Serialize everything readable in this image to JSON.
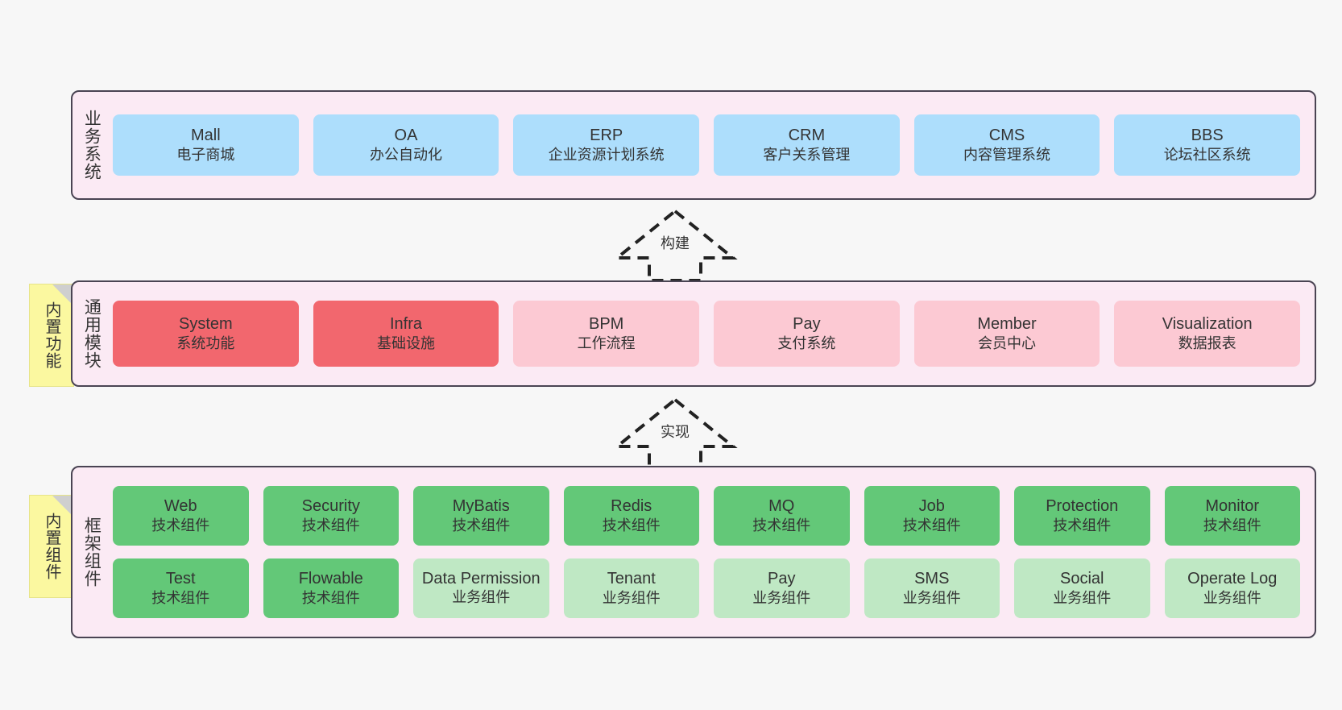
{
  "layers": [
    {
      "id": "business",
      "title": "业务系统",
      "rows": [
        {
          "style": "c-blue",
          "cards": [
            {
              "en": "Mall",
              "cn": "电子商城"
            },
            {
              "en": "OA",
              "cn": "办公自动化"
            },
            {
              "en": "ERP",
              "cn": "企业资源计划系统"
            },
            {
              "en": "CRM",
              "cn": "客户关系管理"
            },
            {
              "en": "CMS",
              "cn": "内容管理系统"
            },
            {
              "en": "BBS",
              "cn": "论坛社区系统"
            }
          ]
        }
      ]
    },
    {
      "id": "common",
      "title": "通用模块",
      "sticky": "内置功能",
      "rows": [
        {
          "cards": [
            {
              "en": "System",
              "cn": "系统功能",
              "style": "c-red"
            },
            {
              "en": "Infra",
              "cn": "基础设施",
              "style": "c-red"
            },
            {
              "en": "BPM",
              "cn": "工作流程",
              "style": "c-pink"
            },
            {
              "en": "Pay",
              "cn": "支付系统",
              "style": "c-pink"
            },
            {
              "en": "Member",
              "cn": "会员中心",
              "style": "c-pink"
            },
            {
              "en": "Visualization",
              "cn": "数据报表",
              "style": "c-pink"
            }
          ]
        }
      ]
    },
    {
      "id": "framework",
      "title": "框架组件",
      "sticky": "内置组件",
      "rows": [
        {
          "cards": [
            {
              "en": "Web",
              "cn": "技术组件",
              "style": "c-green"
            },
            {
              "en": "Security",
              "cn": "技术组件",
              "style": "c-green"
            },
            {
              "en": "MyBatis",
              "cn": "技术组件",
              "style": "c-green"
            },
            {
              "en": "Redis",
              "cn": "技术组件",
              "style": "c-green"
            },
            {
              "en": "MQ",
              "cn": "技术组件",
              "style": "c-green"
            },
            {
              "en": "Job",
              "cn": "技术组件",
              "style": "c-green"
            },
            {
              "en": "Protection",
              "cn": "技术组件",
              "style": "c-green"
            },
            {
              "en": "Monitor",
              "cn": "技术组件",
              "style": "c-green"
            }
          ]
        },
        {
          "cards": [
            {
              "en": "Test",
              "cn": "技术组件",
              "style": "c-green"
            },
            {
              "en": "Flowable",
              "cn": "技术组件",
              "style": "c-green"
            },
            {
              "en": "Data Permission",
              "cn": "业务组件",
              "style": "c-lightgreen"
            },
            {
              "en": "Tenant",
              "cn": "业务组件",
              "style": "c-lightgreen"
            },
            {
              "en": "Pay",
              "cn": "业务组件",
              "style": "c-lightgreen"
            },
            {
              "en": "SMS",
              "cn": "业务组件",
              "style": "c-lightgreen"
            },
            {
              "en": "Social",
              "cn": "业务组件",
              "style": "c-lightgreen"
            },
            {
              "en": "Operate Log",
              "cn": "业务组件",
              "style": "c-lightgreen"
            }
          ]
        }
      ]
    }
  ],
  "arrows": [
    {
      "id": "build",
      "label": "构建"
    },
    {
      "id": "impl",
      "label": "实现"
    }
  ],
  "colors": {
    "background": "#f7f7f7",
    "panel": "#fbeaf4",
    "panel_border": "#4a4453",
    "business_card": "#addefc",
    "common_primary": "#f2676e",
    "common_secondary": "#fcc9d3",
    "framework_tech": "#63c878",
    "framework_business": "#bfe8c4",
    "sticky": "#fbf8a0",
    "text": "#333333"
  }
}
